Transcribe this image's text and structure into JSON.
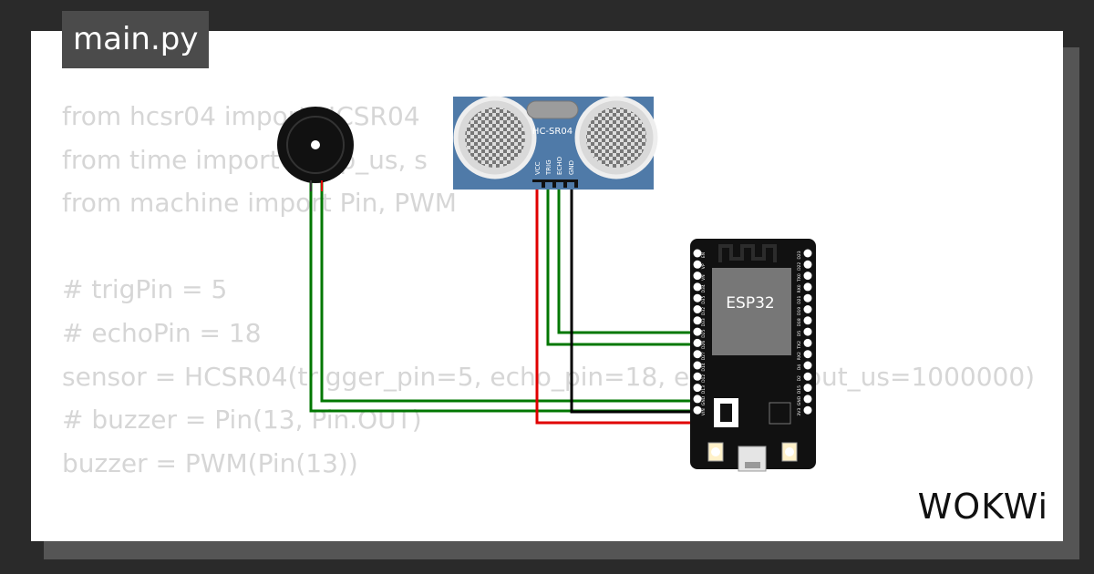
{
  "tab": {
    "label": "main.py"
  },
  "code": {
    "lines": [
      "from hcsr04 import HCSR04",
      "from time import sleep_us, s",
      "from machine import Pin, PWM",
      "",
      "# trigPin = 5",
      "# echoPin = 18",
      "sensor = HCSR04(trigger_pin=5, echo_pin=18, echo_timeout_us=1000000)",
      "# buzzer = Pin(13, Pin.OUT)",
      "buzzer = PWM(Pin(13))"
    ]
  },
  "sensor": {
    "label": "HC-SR04",
    "pins": [
      "VCC",
      "TRIG",
      "ECHO",
      "GND"
    ]
  },
  "board": {
    "label": "ESP32",
    "left_pins": [
      "EN",
      "VP",
      "VN",
      "D34",
      "D35",
      "D32",
      "D33",
      "D25",
      "D26",
      "D27",
      "D14",
      "D12",
      "D13",
      "GND",
      "VIN"
    ],
    "right_pins": [
      "D23",
      "D22",
      "TX0",
      "RX0",
      "D21",
      "D19",
      "D18",
      "D5",
      "TX2",
      "RX2",
      "D4",
      "D2",
      "D15",
      "GND",
      "3V3"
    ]
  },
  "brand": {
    "logo": "WOKWi"
  },
  "colors": {
    "background": "#2a2a2a",
    "card_shadow": "#555555",
    "card": "#ffffff",
    "tab": "#4b4b4b",
    "code_text": "#d6d6d6",
    "sensor_body": "#4f7aa8",
    "board_body": "#111111",
    "wire_red": "#e00000",
    "wire_green": "#007700",
    "wire_black": "#000000"
  }
}
